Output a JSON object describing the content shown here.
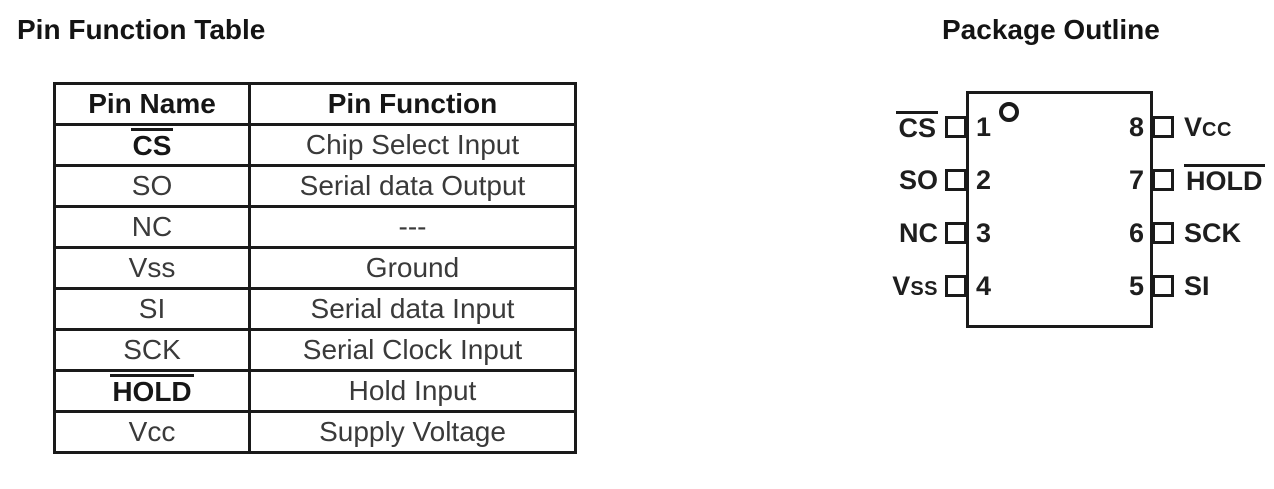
{
  "ink_color": "#1a1a1a",
  "background_color": "#ffffff",
  "pin_function_table": {
    "title": "Pin Function Table",
    "headers": [
      "Pin Name",
      "Pin Function"
    ],
    "rows": [
      {
        "name": "CS",
        "overline": true,
        "bold": true,
        "function": "Chip Select Input"
      },
      {
        "name": "SO",
        "overline": false,
        "bold": false,
        "function": "Serial data Output"
      },
      {
        "name": "NC",
        "overline": false,
        "bold": false,
        "function": "---"
      },
      {
        "name": "Vss",
        "overline": false,
        "bold": false,
        "function": "Ground"
      },
      {
        "name": "SI",
        "overline": false,
        "bold": false,
        "function": "Serial data Input"
      },
      {
        "name": "SCK",
        "overline": false,
        "bold": false,
        "function": "Serial Clock Input"
      },
      {
        "name": "HOLD",
        "overline": true,
        "bold": true,
        "function": "Hold Input"
      },
      {
        "name": "Vcc",
        "overline": false,
        "bold": false,
        "function": "Supply Voltage"
      }
    ]
  },
  "package_outline": {
    "title": "Package Outline",
    "pin1_marker": "circle",
    "left_pins": [
      {
        "number": "1",
        "label": "CS",
        "overline": true,
        "small_suffix": false
      },
      {
        "number": "2",
        "label": "SO",
        "overline": false,
        "small_suffix": false
      },
      {
        "number": "3",
        "label": "NC",
        "overline": false,
        "small_suffix": false
      },
      {
        "number": "4",
        "label": "Vss",
        "overline": false,
        "small_suffix": true
      }
    ],
    "right_pins": [
      {
        "number": "8",
        "label": "Vcc",
        "overline": false,
        "small_suffix": true
      },
      {
        "number": "7",
        "label": "HOLD",
        "overline": true,
        "small_suffix": false
      },
      {
        "number": "6",
        "label": "SCK",
        "overline": false,
        "small_suffix": false
      },
      {
        "number": "5",
        "label": "SI",
        "overline": false,
        "small_suffix": false
      }
    ]
  }
}
